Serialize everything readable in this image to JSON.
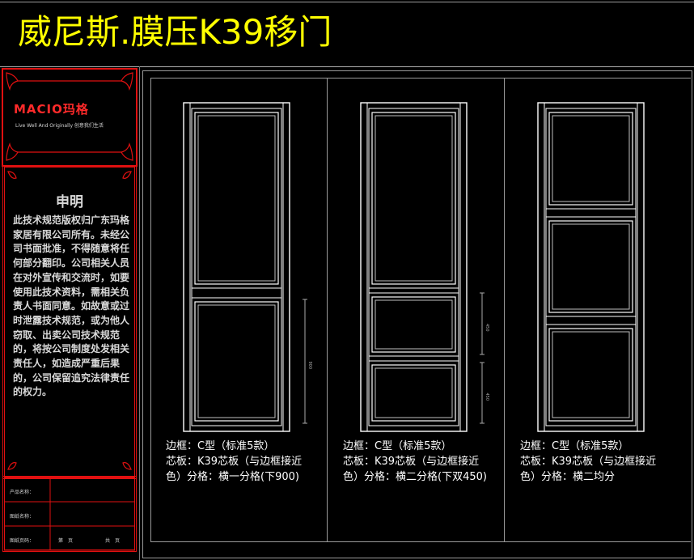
{
  "title": "威尼斯.膜压K39移门",
  "logo": {
    "brand": "MACIO玛格",
    "tagline": "Live Well And Originally 创意我们生活"
  },
  "declaration": {
    "heading": "申明",
    "body": "此技术规范版权归广东玛格家居有限公司所有。未经公司书面批准，不得随意将任何部分翻印。公司相关人员在对外宣传和交流时，如要使用此技术资料，需相关负责人书面同意。如故意或过时泄露技术规范，或为他人窃取、出卖公司技术规范的，将按公司制度处发相关责任人，如造成严重后果的，公司保留追究法律责任的权力。"
  },
  "title_block": {
    "product_name_label": "产品名称：",
    "drawing_name_label": "图纸名称：",
    "page_label": "图纸页码：",
    "page_no": "第　页",
    "page_total": "共　页"
  },
  "doors": [
    {
      "caption_line1": "边框：C型（标准5款）",
      "caption_line2": "芯板：K39芯板（与边框接近",
      "caption_line3": "色）分格：横一分格(下900)",
      "dims": [
        "900"
      ]
    },
    {
      "caption_line1": "边框：C型（标准5款）",
      "caption_line2": "芯板：K39芯板（与边框接近",
      "caption_line3": "色）分格：横二分格(下双450)",
      "dims": [
        "450",
        "450"
      ]
    },
    {
      "caption_line1": "边框：C型（标准5款）",
      "caption_line2": "芯板：K39芯板（与边框接近",
      "caption_line3": "色）分格：横二均分",
      "dims": []
    }
  ],
  "colors": {
    "title": "#ffff00",
    "border": "#e01010",
    "line": "#9a9a9a",
    "door": "#ffffff"
  }
}
